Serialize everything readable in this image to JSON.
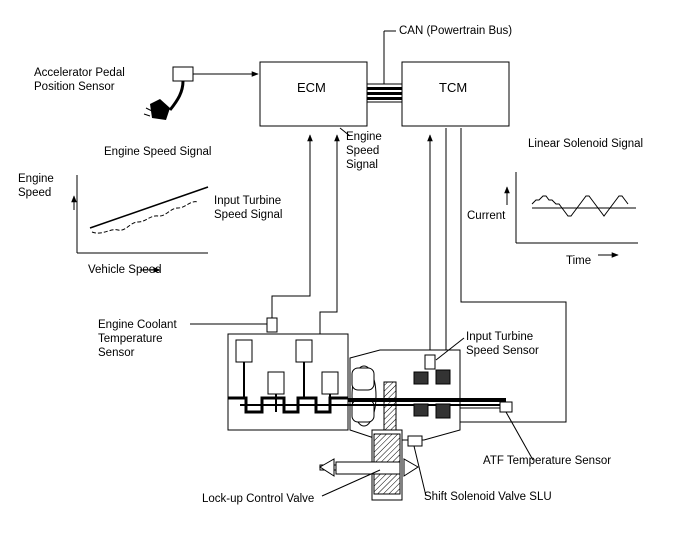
{
  "can_bus": {
    "label": "CAN (Powertrain Bus)"
  },
  "ecm": {
    "label": "ECM"
  },
  "tcm": {
    "label": "TCM"
  },
  "accelerator_sensor": {
    "line1": "Accelerator Pedal",
    "line2": "Position Sensor"
  },
  "engine_speed_signal_top": {
    "label": "Engine Speed Signal"
  },
  "engine_speed_signal_vertical": {
    "line1": "Engine",
    "line2": "Speed",
    "line3": "Signal"
  },
  "linear_solenoid_signal": {
    "label": "Linear Solenoid Signal"
  },
  "engine_chart": {
    "ylabel_line1": "Engine",
    "ylabel_line2": "Speed",
    "xlabel": "Vehicle Speed",
    "series_label_line1": "Input Turbine",
    "series_label_line2": "Speed Signal"
  },
  "solenoid_chart": {
    "ylabel": "Current",
    "xlabel": "Time"
  },
  "sensors": {
    "coolant_line1": "Engine Coolant",
    "coolant_line2": "Temperature",
    "coolant_line3": "Sensor",
    "input_turbine_line1": "Input Turbine",
    "input_turbine_line2": "Speed Sensor",
    "atf_temp": "ATF Temperature Sensor",
    "lockup_valve": "Lock-up Control Valve",
    "shift_solenoid": "Shift Solenoid Valve SLU"
  },
  "colors": {
    "line": "#000000",
    "background": "#ffffff",
    "dark_fill": "#333333"
  }
}
